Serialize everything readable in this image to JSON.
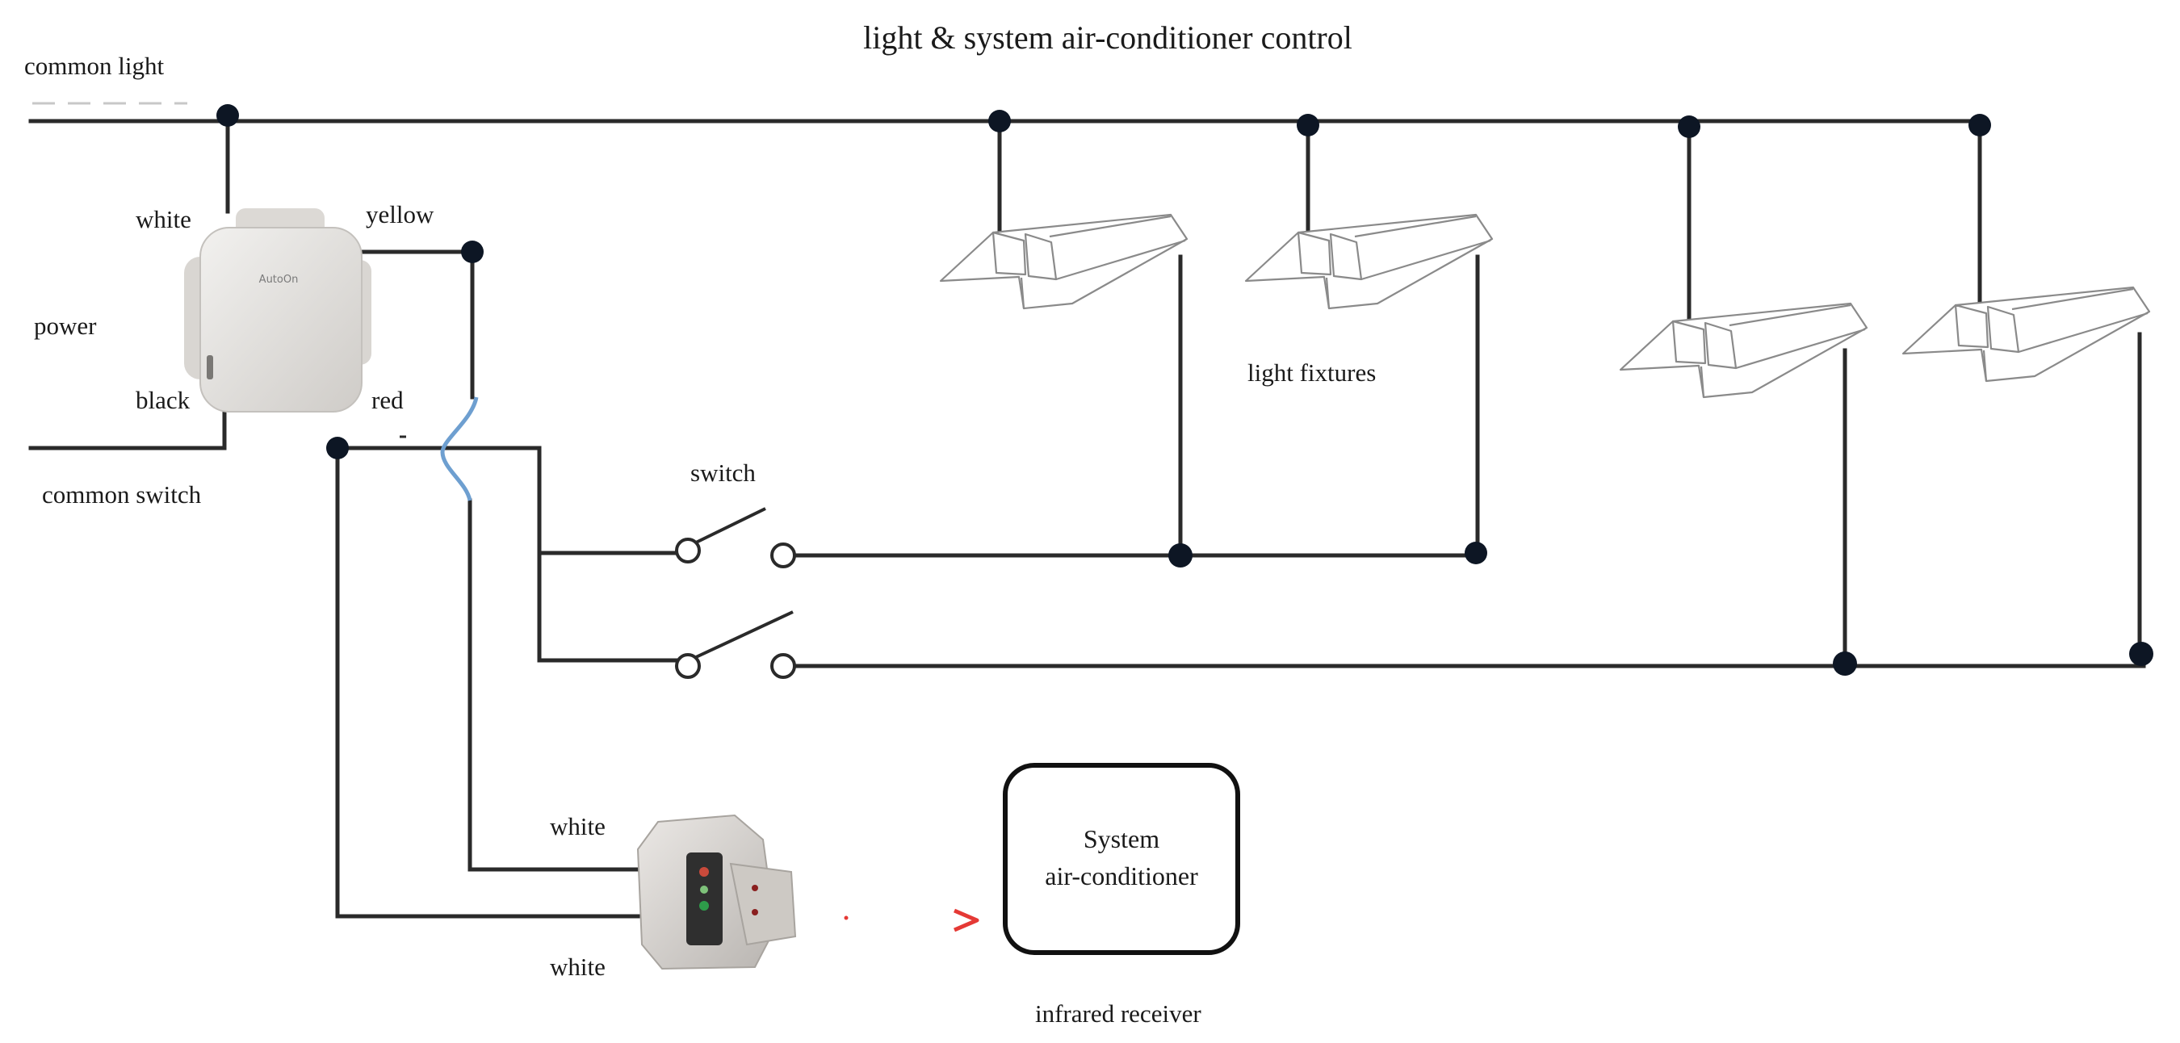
{
  "title": "light & system air-conditioner control",
  "labels": {
    "common_light": "common light",
    "white_top": "white",
    "yellow": "yellow",
    "power": "power",
    "black": "black",
    "red": "red",
    "common_switch": "common switch",
    "switch": "switch",
    "light_fixtures": "light fixtures",
    "white_receiver_top": "white",
    "white_receiver_bottom": "white",
    "infrared_receiver": "infrared receiver"
  },
  "controller_brand": "AutoOn",
  "ac_box": {
    "line1": "System",
    "line2": "air-conditioner"
  },
  "colors": {
    "wire": "#2a2a2a",
    "node": "#0d1624",
    "blue_wire": "#6e9fd0",
    "ir_arrow": "#e53935",
    "device_body": "#e6e4e1"
  }
}
